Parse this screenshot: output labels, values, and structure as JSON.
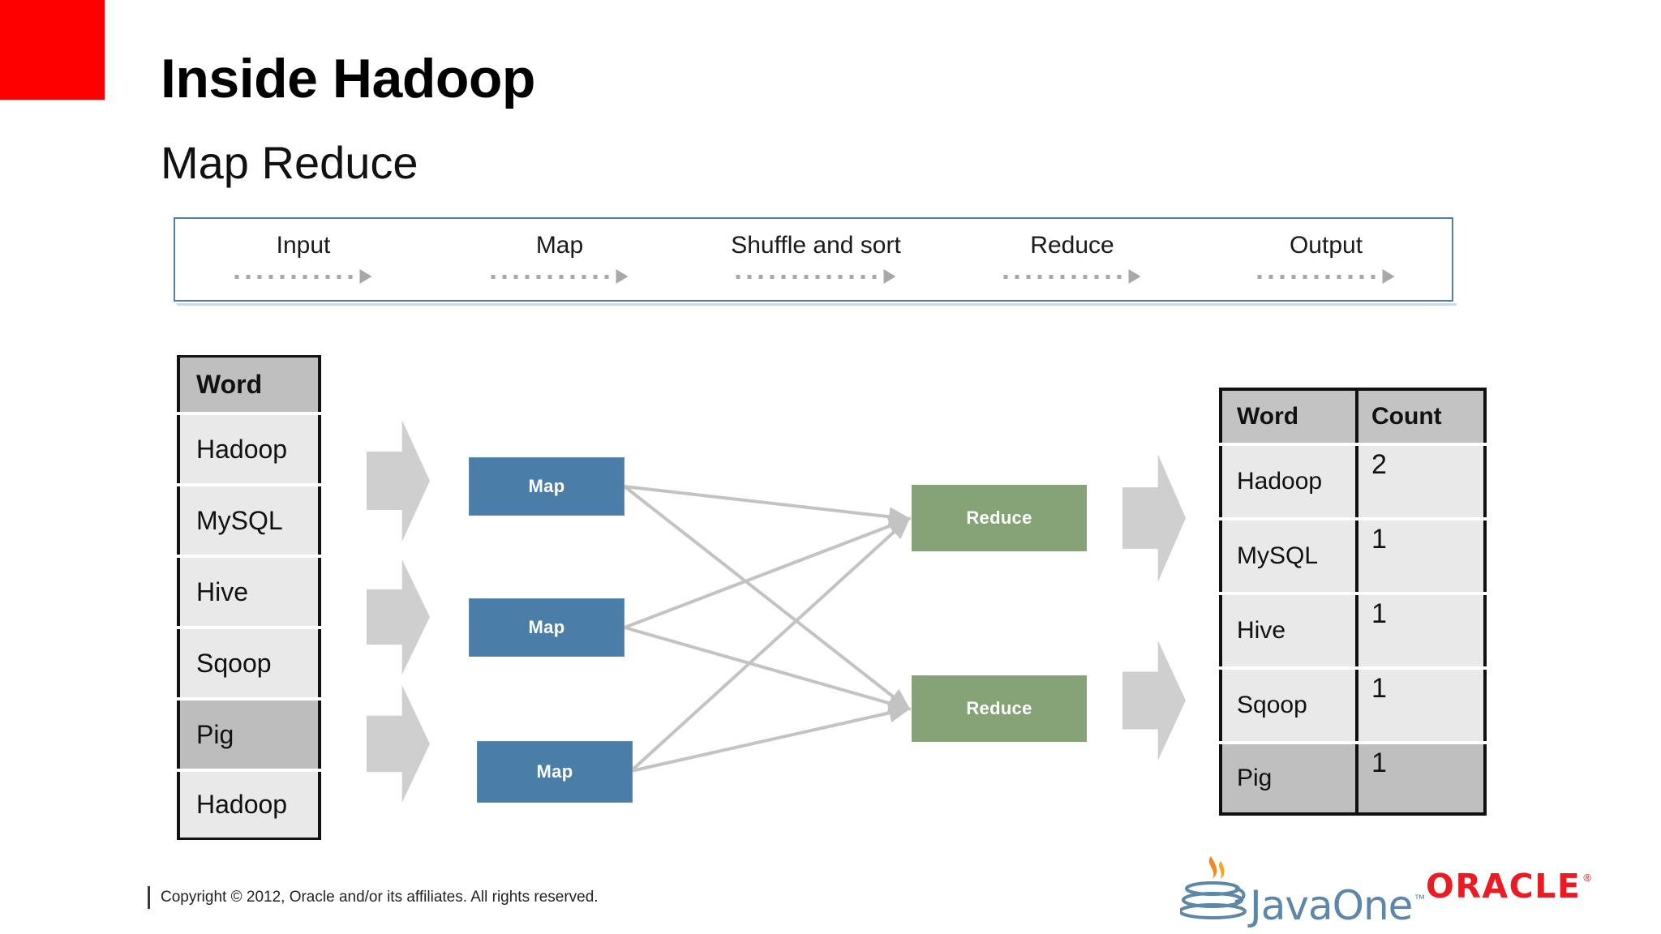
{
  "slide": {
    "title": "Inside Hadoop",
    "subtitle": "Map Reduce",
    "accent_color": "#ff0000"
  },
  "phase_bar": {
    "border_color": "#4f81a8",
    "phases": [
      {
        "label": "Input"
      },
      {
        "label": "Map"
      },
      {
        "label": "Shuffle and sort"
      },
      {
        "label": "Reduce"
      },
      {
        "label": "Output"
      }
    ]
  },
  "input_table": {
    "header": "Word",
    "rows": [
      {
        "word": "Hadoop",
        "shaded": false
      },
      {
        "word": "MySQL",
        "shaded": false
      },
      {
        "word": "Hive",
        "shaded": false
      },
      {
        "word": "Sqoop",
        "shaded": false
      },
      {
        "word": "Pig",
        "shaded": true
      },
      {
        "word": "Hadoop",
        "shaded": false
      }
    ]
  },
  "mappers": [
    {
      "label": "Map"
    },
    {
      "label": "Map"
    },
    {
      "label": "Map"
    }
  ],
  "reducers": [
    {
      "label": "Reduce"
    },
    {
      "label": "Reduce"
    }
  ],
  "output_table": {
    "headers": {
      "word": "Word",
      "count": "Count"
    },
    "rows": [
      {
        "word": "Hadoop",
        "count": "2",
        "shaded": false
      },
      {
        "word": "MySQL",
        "count": "1",
        "shaded": false
      },
      {
        "word": "Hive",
        "count": "1",
        "shaded": false
      },
      {
        "word": "Sqoop",
        "count": "1",
        "shaded": false
      },
      {
        "word": "Pig",
        "count": "1",
        "shaded": true
      }
    ]
  },
  "footer": {
    "copyright": "Copyright © 2012, Oracle and/or its affiliates. All rights reserved."
  },
  "logos": {
    "javaone": "JavaOne",
    "javaone_tm": "™",
    "oracle": "ORACLE",
    "oracle_reg": "®",
    "oracle_color": "#ea1b22",
    "javaone_color": "#5c87a8"
  },
  "colors": {
    "map_box": "#4a7ea8",
    "reduce_box": "#85a377",
    "block_arrow": "#cfcfcf",
    "connector": "#c3c3c3"
  }
}
